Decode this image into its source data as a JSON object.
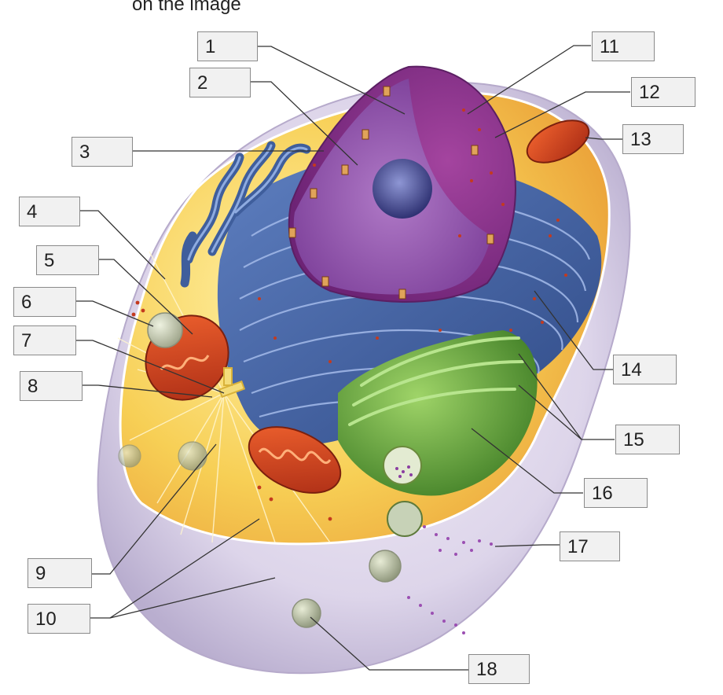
{
  "caption": "on the image",
  "labels": [
    "1",
    "2",
    "3",
    "4",
    "5",
    "6",
    "7",
    "8",
    "9",
    "10",
    "11",
    "12",
    "13",
    "14",
    "15",
    "16",
    "17",
    "18"
  ],
  "colors": {
    "cytoplasm": "#f6cf5a",
    "membrane": "#d9d4ea",
    "nucleus": "#7e3f9c",
    "nucleolus": "#3c3f86",
    "er": "#3f5e9c",
    "golgi": "#5e9a35",
    "mitochondria": "#d24a22",
    "label_box": "#f1f1f1",
    "leader_line": "#333333"
  }
}
